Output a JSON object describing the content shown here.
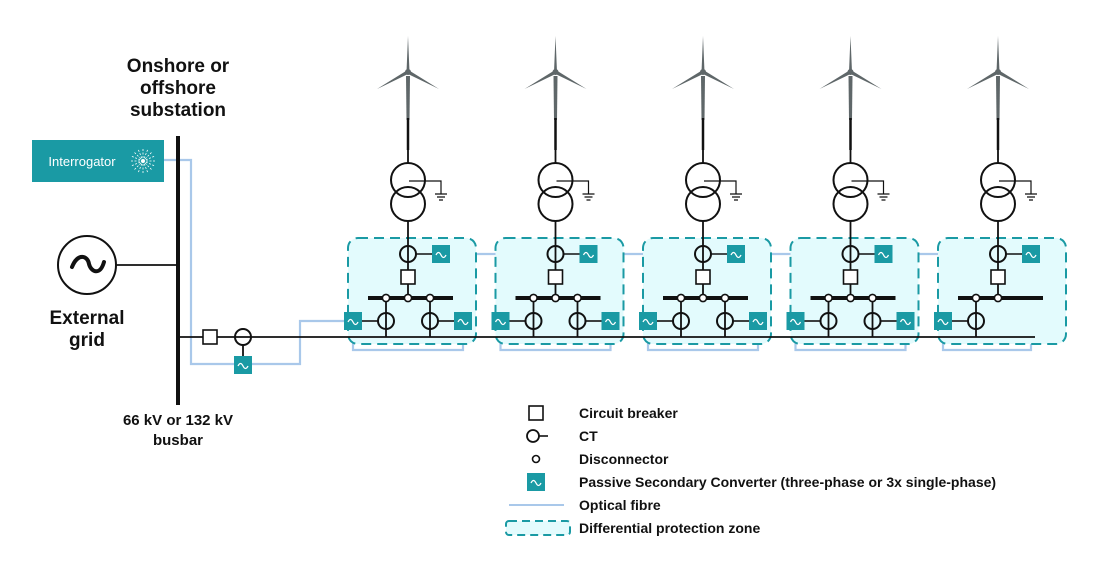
{
  "colors": {
    "teal": "#1a9aa4",
    "zone_fill": "#e3fbfd",
    "zone_stroke": "#1a9aa4",
    "fibre": "#a9c8ea",
    "line": "#111111",
    "turbine": "#5f6769"
  },
  "substation": {
    "title_lines": [
      "Onshore or",
      "offshore",
      "substation"
    ],
    "busbar_label_lines": [
      "66 kV or 132 kV",
      "busbar"
    ]
  },
  "interrogator": {
    "label": "Interrogator",
    "icon": "light-burst-icon"
  },
  "external_grid": {
    "label_lines": [
      "External",
      "grid"
    ],
    "icon": "ac-source-icon"
  },
  "bays": [
    {
      "name": "turbine-bay-1",
      "feeders": 2
    },
    {
      "name": "turbine-bay-2",
      "feeders": 2
    },
    {
      "name": "turbine-bay-3",
      "feeders": 2
    },
    {
      "name": "turbine-bay-4",
      "feeders": 2
    },
    {
      "name": "turbine-bay-5",
      "feeders": 1
    }
  ],
  "legend": [
    {
      "key": "circuit-breaker",
      "label": "Circuit breaker"
    },
    {
      "key": "ct",
      "label": "CT"
    },
    {
      "key": "disconnector",
      "label": "Disconnector"
    },
    {
      "key": "psc",
      "label": "Passive Secondary Converter (three-phase or 3x single-phase)"
    },
    {
      "key": "optical-fibre",
      "label": "Optical fibre"
    },
    {
      "key": "protection-zone",
      "label": "Differential protection zone"
    }
  ]
}
